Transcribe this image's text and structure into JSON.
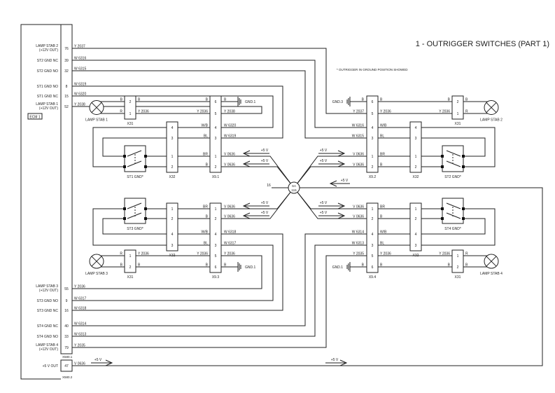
{
  "title": "1 - OUTRIGGER SWITCHES (PART 1)",
  "note": "* OUTRIGGER IN GROUND POSITION SHOWED",
  "supply_label": "+5 V",
  "colors": {
    "line": "#222222",
    "background": "#ffffff"
  },
  "ecm": {
    "label": "ECM 1",
    "pins": [
      {
        "label": "LAMP STAB 2",
        "sub": "(+12V OUT)",
        "pin": "76",
        "wire": "Y 2037"
      },
      {
        "label": "ST2 GND NC",
        "pin": "39",
        "wire": "W 6316"
      },
      {
        "label": "ST2 GND NO",
        "pin": "32",
        "wire": "W 6315"
      },
      {
        "label": "ST1 GND NO",
        "pin": "8",
        "wire": "W 6319"
      },
      {
        "label": "ST1 GND NC",
        "pin": "15",
        "wire": "W 6320"
      },
      {
        "label": "LAMP STAB 1",
        "sub": "(+12V OUT)",
        "pin": "52",
        "wire": "Y 2038"
      },
      {
        "label": "LAMP STAB 3",
        "sub": "(+12V OUT)",
        "pin": "55",
        "wire": "Y 2036"
      },
      {
        "label": "ST3 GND NO",
        "pin": "9",
        "wire": "W 6317"
      },
      {
        "label": "ST3 GND NC",
        "pin": "16",
        "wire": "W 6318"
      },
      {
        "label": "ST4 GND NC",
        "pin": "40",
        "wire": "W 6314"
      },
      {
        "label": "ST4 GND NO",
        "pin": "33",
        "wire": "W 6313"
      },
      {
        "label": "LAMP STAB 4",
        "sub": "(+12V OUT)",
        "pin": "79",
        "wire": "Y 2035"
      },
      {
        "label": "+5 V OUT",
        "pin": "47",
        "wire": "V 0636"
      }
    ],
    "connectors": [
      "X580.1",
      "X580.2"
    ]
  },
  "splice": {
    "name": "SA",
    "number": "115",
    "wire": "16"
  },
  "quadrants": [
    {
      "lamp": "LAMP STAB 1",
      "x31": {
        "name": "X31",
        "pins": [
          "2",
          "1"
        ],
        "lamp_side": [
          "B",
          "R"
        ],
        "x9_side": [
          "B",
          "Y 2036"
        ]
      },
      "x9": {
        "name": "X9.1",
        "pins": [
          "6",
          "5",
          "4",
          "3",
          "1",
          "2"
        ],
        "inner": [
          "B",
          "Y 2036",
          "W/B",
          "BL",
          "BR",
          "B"
        ],
        "outer": [
          "B",
          "Y 2038",
          "W 6320",
          "W 6319",
          "V 0636",
          "V 0636"
        ]
      },
      "x32": {
        "name": "X32",
        "pins": [
          "4",
          "3",
          "1",
          "2"
        ]
      },
      "switch": "ST1 GND*",
      "ground": "GND.1"
    },
    {
      "lamp": "LAMP STAB 2",
      "x31": {
        "name": "X31",
        "pins": [
          "2",
          "1"
        ],
        "lamp_side": [
          "B",
          "R"
        ],
        "x9_side": [
          "B",
          "Y 2036"
        ]
      },
      "x9": {
        "name": "X9.2",
        "pins": [
          "6",
          "5",
          "4",
          "3",
          "1",
          "2"
        ],
        "inner": [
          "B",
          "Y 2036",
          "W/B",
          "BL",
          "BR",
          "B"
        ],
        "outer": [
          "B",
          "Y 2037",
          "W 6316",
          "W 6315",
          "V 0636",
          "V 0636"
        ]
      },
      "x32": {
        "name": "X32",
        "pins": [
          "4",
          "3",
          "1",
          "2"
        ]
      },
      "switch": "ST2 GND*",
      "ground": "GND.3"
    },
    {
      "lamp": "LAMP STAB 3",
      "x31": {
        "name": "X31",
        "pins": [
          "1",
          "2"
        ],
        "lamp_side": [
          "R",
          "B"
        ],
        "x9_side": [
          "Y 2036",
          "B"
        ]
      },
      "x9": {
        "name": "X9.3",
        "pins": [
          "1",
          "2",
          "4",
          "3",
          "5",
          "6"
        ],
        "inner": [
          "BR",
          "B",
          "W/B",
          "BL",
          "Y 2036",
          "B"
        ],
        "outer": [
          "V 0636",
          "V 0636",
          "W 6318",
          "W 6317",
          "Y 2036",
          "B"
        ]
      },
      "x32": {
        "name": "X32",
        "pins": [
          "1",
          "2",
          "4",
          "3"
        ]
      },
      "switch": "ST3 GND*",
      "ground": "GND.1"
    },
    {
      "lamp": "LAMP STAB 4",
      "x31": {
        "name": "X31",
        "pins": [
          "1",
          "2"
        ],
        "lamp_side": [
          "R",
          "B"
        ],
        "x9_side": [
          "Y 2036",
          "B"
        ]
      },
      "x9": {
        "name": "X9.4",
        "pins": [
          "1",
          "2",
          "4",
          "3",
          "5",
          "6"
        ],
        "inner": [
          "BR",
          "B",
          "W/B",
          "BL",
          "Y 2036",
          "B"
        ],
        "outer": [
          "V 0636",
          "V 0636",
          "W 6314",
          "W 6313",
          "Y 2035",
          "B"
        ]
      },
      "x32": {
        "name": "X32",
        "pins": [
          "1",
          "2",
          "4",
          "3"
        ]
      },
      "switch": "ST4 GND*",
      "ground": "GND.1"
    }
  ]
}
